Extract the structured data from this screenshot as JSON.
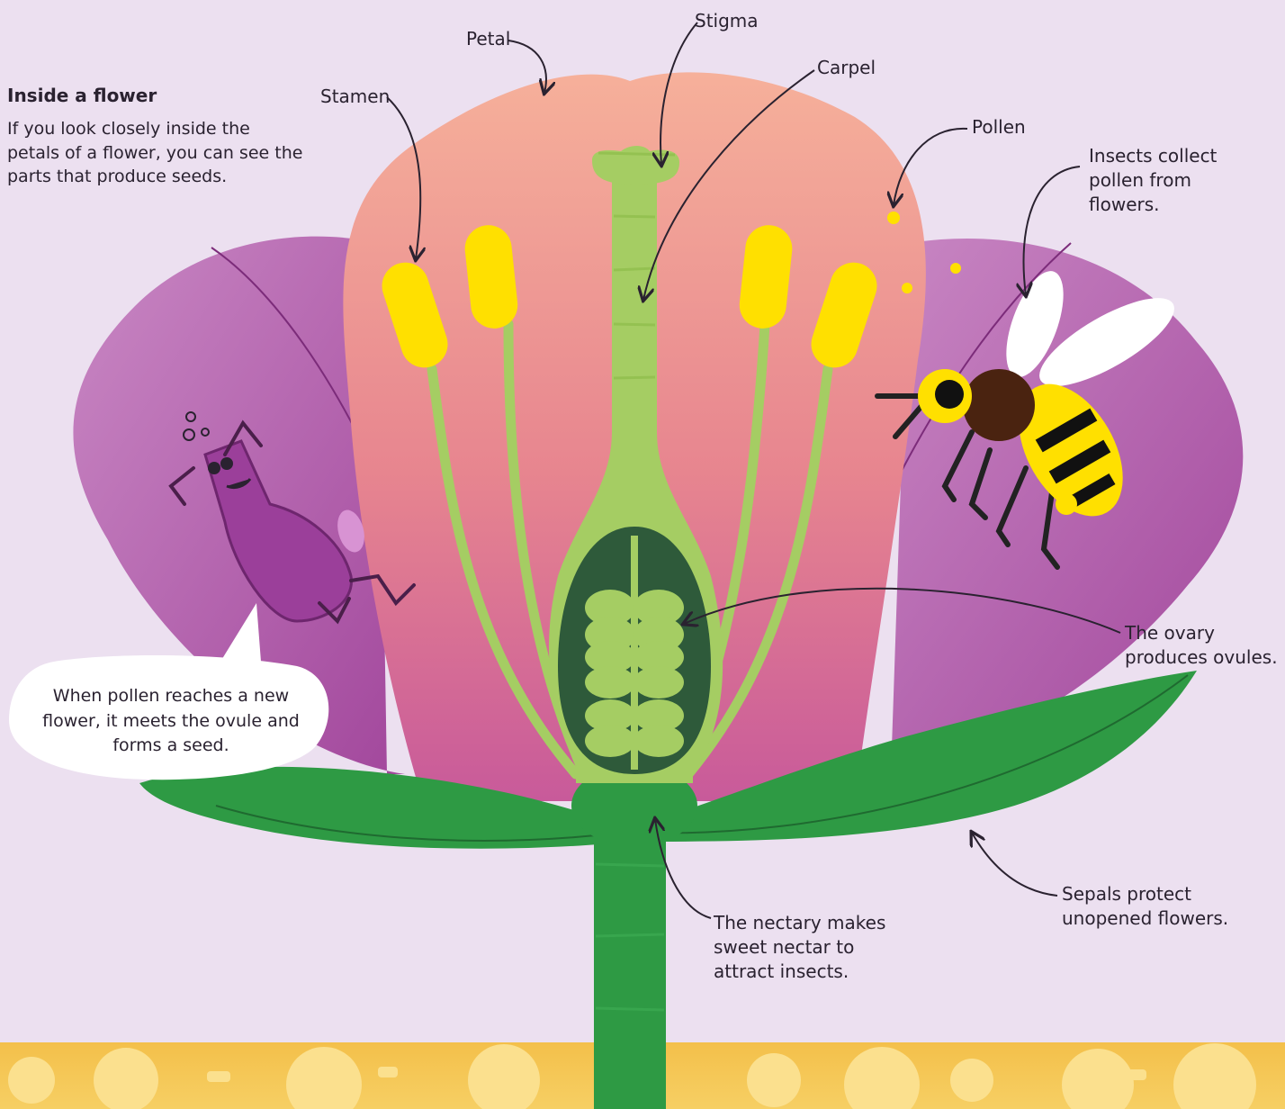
{
  "intro": {
    "title": "Inside a flower",
    "body": "If you look closely inside the petals of a flower, you can see the parts that produce seeds."
  },
  "labels": {
    "petal": "Petal",
    "stigma": "Stigma",
    "carpel": "Carpel",
    "stamen": "Stamen",
    "pollen": "Pollen",
    "insects": "Insects collect pollen from flowers.",
    "ovary": "The ovary produces ovules.",
    "sepals": "Sepals protect unopened flowers.",
    "nectary": "The nectary makes sweet nectar to attract insects."
  },
  "speech_bubble": "When pollen reaches a new flower, it meets the ovule and forms a seed.",
  "colors": {
    "background": "#ece0f0",
    "outer_petal": "#b464ae",
    "inner_petal": "#e98f96",
    "stem_green": "#2e9a44",
    "carpel_green": "#a5cd63",
    "ovary_dark": "#2e5a3a",
    "anther_yellow": "#ffe000",
    "ground_yellow": "#f5c54e"
  }
}
